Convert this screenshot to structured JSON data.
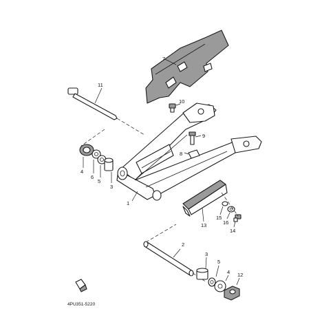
{
  "diagram": {
    "callouts": {
      "c1": "1",
      "c2": "2",
      "c3a": "3",
      "c3b": "3",
      "c4a": "4",
      "c4b": "4",
      "c5a": "5",
      "c5b": "5",
      "c6": "6",
      "c7": "7",
      "c8": "8",
      "c9": "9",
      "c10": "10",
      "c11": "11",
      "c12": "12",
      "c13": "13",
      "c14": "14",
      "c15": "15",
      "c16": "16"
    },
    "diagram_code": "4PU351-5220",
    "colors": {
      "line": "#1a1a1a",
      "shade": "#9a9a9a",
      "background": "#ffffff"
    }
  }
}
